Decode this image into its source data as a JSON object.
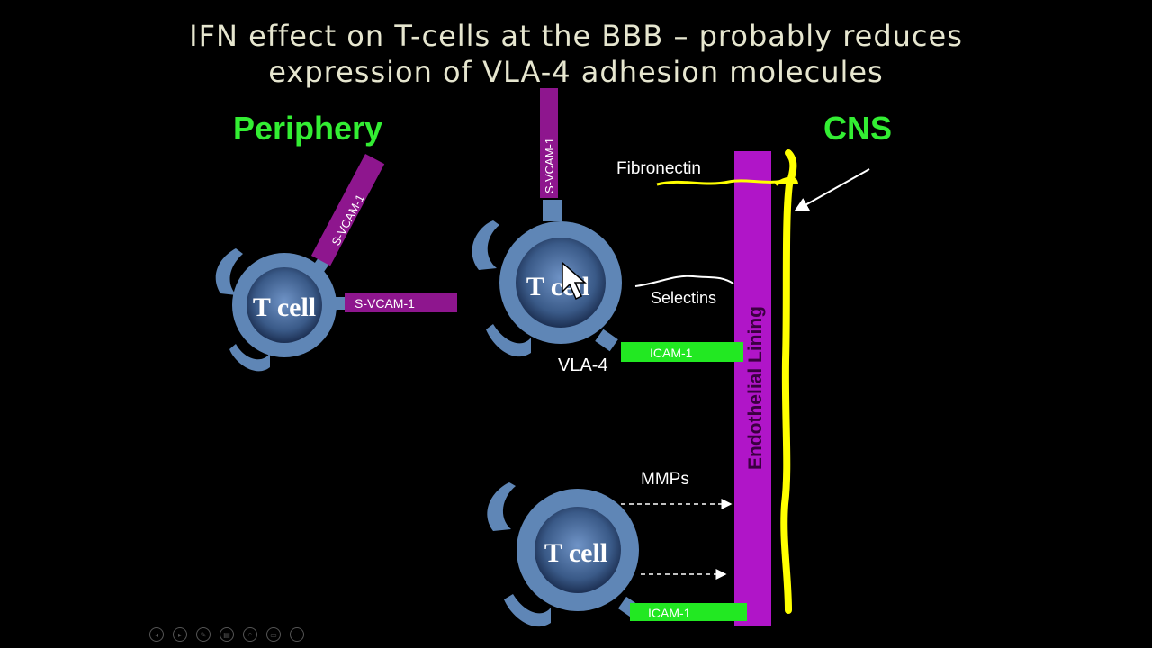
{
  "title": {
    "line1": "IFN effect on T-cells at the BBB – probably reduces",
    "line2": "expression of VLA-4 adhesion molecules"
  },
  "regions": {
    "periphery": "Periphery",
    "cns": "CNS"
  },
  "cells": {
    "left": "T cell",
    "middle": "T cell",
    "bottom": "T cell"
  },
  "molecules": {
    "svcam_diag": "S-VCAM-1",
    "svcam_horiz": "S-VCAM-1",
    "svcam_vert": "S-VCAM-1",
    "icam_mid": "ICAM-1",
    "icam_bottom": "ICAM-1"
  },
  "labels": {
    "fibronectin": "Fibronectin",
    "selectins": "Selectins",
    "vla4": "VLA-4",
    "mmps": "MMPs",
    "endothelial": "Endothelial Lining"
  },
  "colors": {
    "cell": "#5f86b6",
    "nucleus_center": "#6f93c6",
    "nucleus_edge": "#1c2f52",
    "svcam": "#8e168e",
    "icam": "#22e822",
    "endothelium": "#b015c8",
    "cns_membrane": "#ffff00",
    "region_label": "#33ee33"
  },
  "toolbar_icons": [
    "prev-icon",
    "next-icon",
    "pen-icon",
    "slides-icon",
    "zoom-icon",
    "subtitles-icon",
    "more-icon"
  ]
}
